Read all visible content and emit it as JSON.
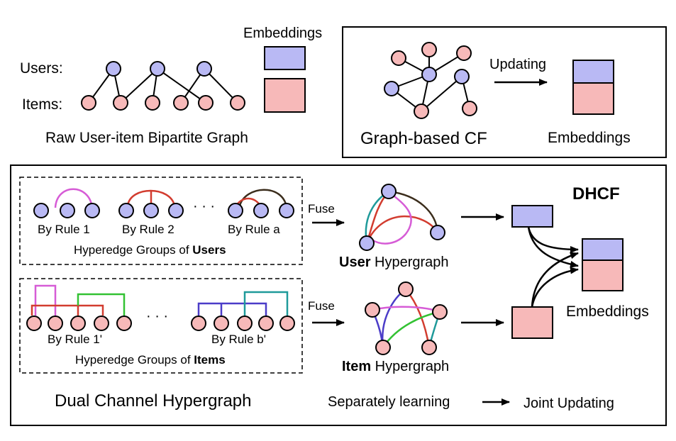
{
  "colors": {
    "user_node": "#b9b9f4",
    "item_node": "#f7b9b9",
    "magenta": "#d65cd6",
    "red": "#d23c2f",
    "dark_brown": "#3b2d1c",
    "green": "#33c233",
    "teal": "#1f9a9a",
    "blue": "#4b3cc8"
  },
  "top_left": {
    "users_label": "Users:",
    "items_label": "Items:",
    "caption": "Raw User-item Bipartite Graph",
    "embeddings_label": "Embeddings"
  },
  "top_right": {
    "updating_label": "Updating",
    "caption": "Graph-based CF",
    "embeddings_label": "Embeddings"
  },
  "bottom": {
    "title": "DHCF",
    "users_group": {
      "rule_1": "By Rule 1",
      "rule_2": "By Rule 2",
      "rule_a": "By Rule a",
      "ellipsis": "· · ·",
      "caption_prefix": "Hyperedge Groups of ",
      "caption_bold": "Users"
    },
    "items_group": {
      "rule_1": "By Rule 1'",
      "rule_b": "By Rule b'",
      "ellipsis": "· · ·",
      "caption_prefix": "Hyperedge Groups of ",
      "caption_bold": "Items"
    },
    "fuse_user": "Fuse",
    "fuse_item": "Fuse",
    "user_hypergraph_bold": "User",
    "user_hypergraph_rest": " Hypergraph",
    "item_hypergraph_bold": "Item",
    "item_hypergraph_rest": " Hypergraph",
    "embeddings_label": "Embeddings",
    "caption": "Dual Channel Hypergraph",
    "separately_label": "Separately learning",
    "joint_label": "Joint Updating"
  }
}
